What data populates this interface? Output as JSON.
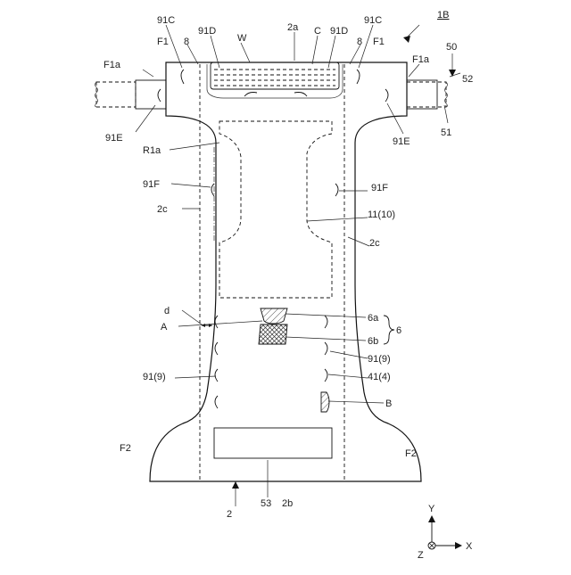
{
  "figure": {
    "id": "1B",
    "labels": {
      "c91C_left": "91C",
      "c91C_right": "91C",
      "f1_left": "F1",
      "f1_right": "F1",
      "n8_left": "8",
      "n8_right": "8",
      "c91D_left": "91D",
      "c91D_right": "91D",
      "w": "W",
      "a2a": "2a",
      "c": "C",
      "f1a_left": "F1a",
      "f1a_right": "F1a",
      "n50": "50",
      "n52": "52",
      "n51": "51",
      "c91E_left": "91E",
      "c91E_right": "91E",
      "r1a": "R1a",
      "c91F_left": "91F",
      "c91F_right": "91F",
      "c2c_left": "2c",
      "c2c_right": "2c",
      "n11": "11(10)",
      "d": "d",
      "a": "A",
      "n6a": "6a",
      "n6b": "6b",
      "n6": "6",
      "n91_9_left": "91(9)",
      "n91_9_right": "91(9)",
      "n41": "41(4)",
      "b": "B",
      "f2_left": "F2",
      "f2_right": "F2",
      "n53": "53",
      "b2": "2b",
      "n2": "2"
    }
  },
  "axes": {
    "y": "Y",
    "x": "X",
    "z": "Z"
  }
}
